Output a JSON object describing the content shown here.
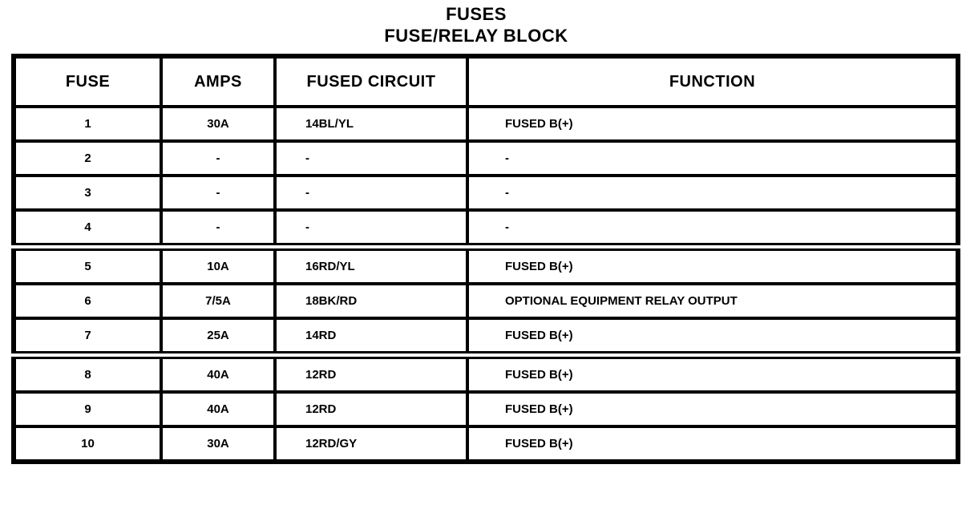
{
  "title": {
    "line1": "FUSES",
    "line2": "FUSE/RELAY BLOCK"
  },
  "table": {
    "columns": [
      "FUSE",
      "AMPS",
      "FUSED CIRCUIT",
      "FUNCTION"
    ],
    "rows": [
      {
        "fuse": "1",
        "amps": "30A",
        "circuit": "14BL/YL",
        "function": "FUSED B(+)"
      },
      {
        "fuse": "2",
        "amps": "-",
        "circuit": "-",
        "function": "-"
      },
      {
        "fuse": "3",
        "amps": "-",
        "circuit": "-",
        "function": "-"
      },
      {
        "fuse": "4",
        "amps": "-",
        "circuit": "-",
        "function": "-"
      },
      {
        "fuse": "5",
        "amps": "10A",
        "circuit": "16RD/YL",
        "function": "FUSED B(+)"
      },
      {
        "fuse": "6",
        "amps": "7/5A",
        "circuit": "18BK/RD",
        "function": "OPTIONAL EQUIPMENT RELAY OUTPUT"
      },
      {
        "fuse": "7",
        "amps": "25A",
        "circuit": "14RD",
        "function": "FUSED B(+)"
      },
      {
        "fuse": "8",
        "amps": "40A",
        "circuit": "12RD",
        "function": "FUSED B(+)"
      },
      {
        "fuse": "9",
        "amps": "40A",
        "circuit": "12RD",
        "function": "FUSED B(+)"
      },
      {
        "fuse": "10",
        "amps": "30A",
        "circuit": "12RD/GY",
        "function": "FUSED B(+)"
      }
    ],
    "section_breaks": [
      4,
      7
    ]
  },
  "colors": {
    "ink": "#000000",
    "background": "#ffffff"
  }
}
